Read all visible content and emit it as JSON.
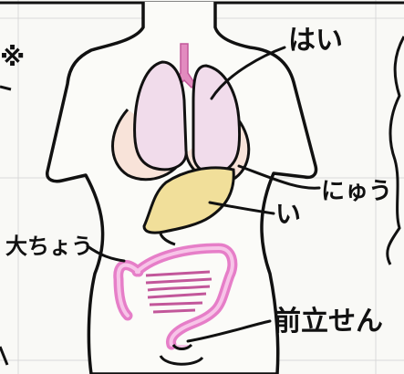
{
  "labels": {
    "lungs": "はい",
    "stomach": "い",
    "breast": "にゅう",
    "large_intestine": "大ちょう",
    "prostate": "前立せん",
    "note_mark": "※"
  },
  "colors": {
    "ink": "#111111",
    "lung_fill": "#f1dceb",
    "trachea": "#e28bbf",
    "stomach_fill": "#f1df9a",
    "breast_fill": "#f6d3c4",
    "intestine_outer": "#e67ec8",
    "intestine_inner": "#f7c4e8",
    "grid": "#d9d9d9",
    "paper": "#f9f9f6"
  }
}
